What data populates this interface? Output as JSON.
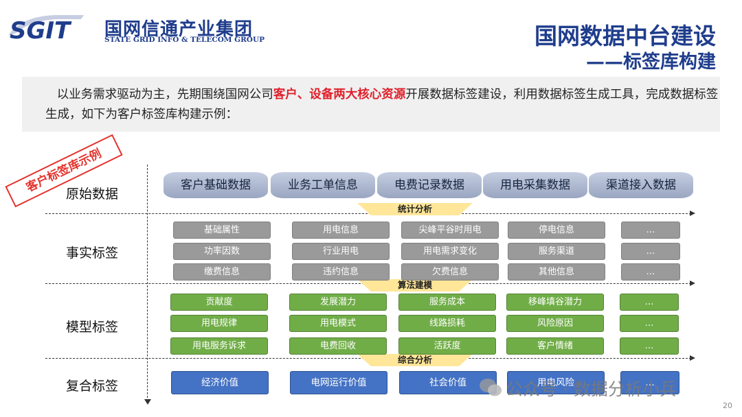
{
  "header": {
    "logo_mark": "SGIT",
    "logo_cn": "国网信通产业集团",
    "logo_en": "STATE GRID INFO & TELECOM GROUP",
    "title": "国网数据中台建设",
    "subtitle": "——标签库构建"
  },
  "intro": {
    "part1": "以业务需求驱动为主，先期围绕国网公司",
    "highlight": "客户、设备两大核心资源",
    "part2": "开展数据标签建设，利用数据标签生成工具，完成数据标签生成，如下为客户标签库构建示例："
  },
  "ribbon": "客户标签库示例",
  "rows": {
    "raw": "原始数据",
    "fact": "事实标签",
    "model": "模型标签",
    "composite": "复合标签"
  },
  "sources": [
    "客户基础数据",
    "业务工单信息",
    "电费记录数据",
    "用电采集数据",
    "渠道接入数据"
  ],
  "flows": {
    "stats": "统计分析",
    "algo": "算法建模",
    "synth": "综合分析"
  },
  "fact_tags": [
    [
      "基础属性",
      "用电信息",
      "尖峰平谷时用电",
      "停电信息",
      "…"
    ],
    [
      "功率因数",
      "行业用电",
      "用电需求变化",
      "服务渠道",
      "…"
    ],
    [
      "缴费信息",
      "违约信息",
      "欠费信息",
      "其他信息",
      "…"
    ]
  ],
  "model_tags": [
    [
      "贡献度",
      "发展潜力",
      "服务成本",
      "移峰填谷潜力",
      "…"
    ],
    [
      "用电规律",
      "用电模式",
      "线路损耗",
      "风险原因",
      "…"
    ],
    [
      "用电服务诉求",
      "电费回收",
      "活跃度",
      "客户情绪",
      "…"
    ]
  ],
  "composite_tags": [
    "经济价值",
    "电网运行价值",
    "社会价值",
    "用电风险",
    "…"
  ],
  "watermark": "公众号 · 数据分析小兵",
  "page_number": "20",
  "colors": {
    "brand": "#1f3d8c",
    "highlight": "#e0202a",
    "fact": "#9a9a9a",
    "model": "#70ad47",
    "composite": "#4472c4",
    "ribbon": "#e5322d"
  }
}
